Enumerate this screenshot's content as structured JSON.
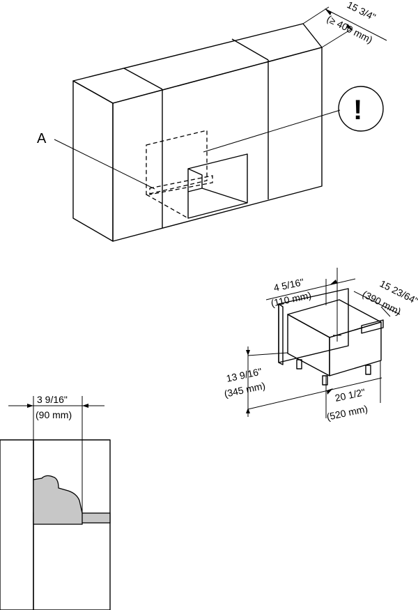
{
  "figure1": {
    "label_a": "A",
    "warning_symbol": "!",
    "depth_in": "15 3/4\"",
    "depth_mm": "(≥ 400 mm)"
  },
  "figure2": {
    "niche_width_in": "4 5/16\"",
    "niche_width_mm": "(110 mm)",
    "depth_in": "15 23/64\"",
    "depth_mm": "(390 mm)",
    "height_in": "13 9/16\"",
    "height_mm": "(345 mm)",
    "width_in": "20 1/2\"",
    "width_mm": "(520 mm)"
  },
  "figure3": {
    "offset_in": "3 9/16\"",
    "offset_mm": "(90 mm)"
  }
}
